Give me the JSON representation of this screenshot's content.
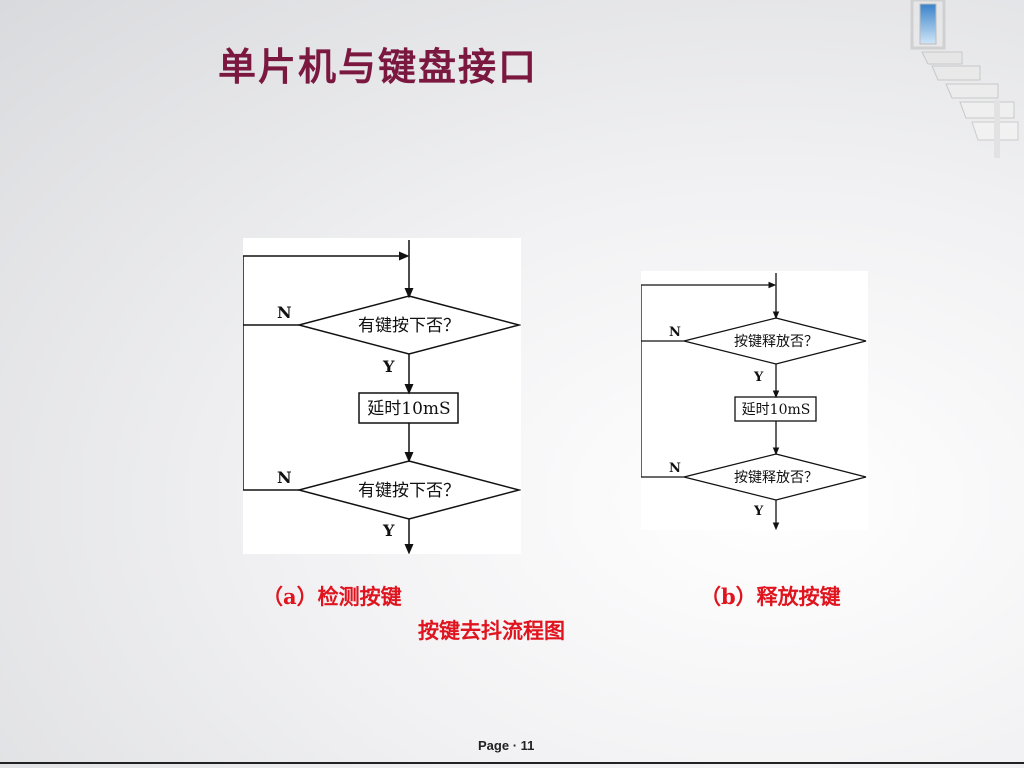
{
  "slide": {
    "title": "单片机与键盘接口",
    "page_label": "Page",
    "page_sep": "·",
    "page_number": "11"
  },
  "flowchart_a": {
    "decision1": "有键按下否？",
    "no1": "N",
    "yes1": "Y",
    "process": "延时10mS",
    "decision2": "有键按下否？",
    "no2": "N",
    "yes2": "Y"
  },
  "flowchart_b": {
    "decision1": "按键释放否？",
    "no1": "N",
    "yes1": "Y",
    "process": "延时10mS",
    "decision2": "按键释放否？",
    "no2": "N",
    "yes2": "Y"
  },
  "captions": {
    "a": "（a）检测按键",
    "b": "（b）释放按键",
    "main": "按键去抖流程图"
  },
  "colors": {
    "title": "#7a1840",
    "caption": "#e0141e"
  },
  "icons": [
    "staircase-decoration-icon"
  ]
}
